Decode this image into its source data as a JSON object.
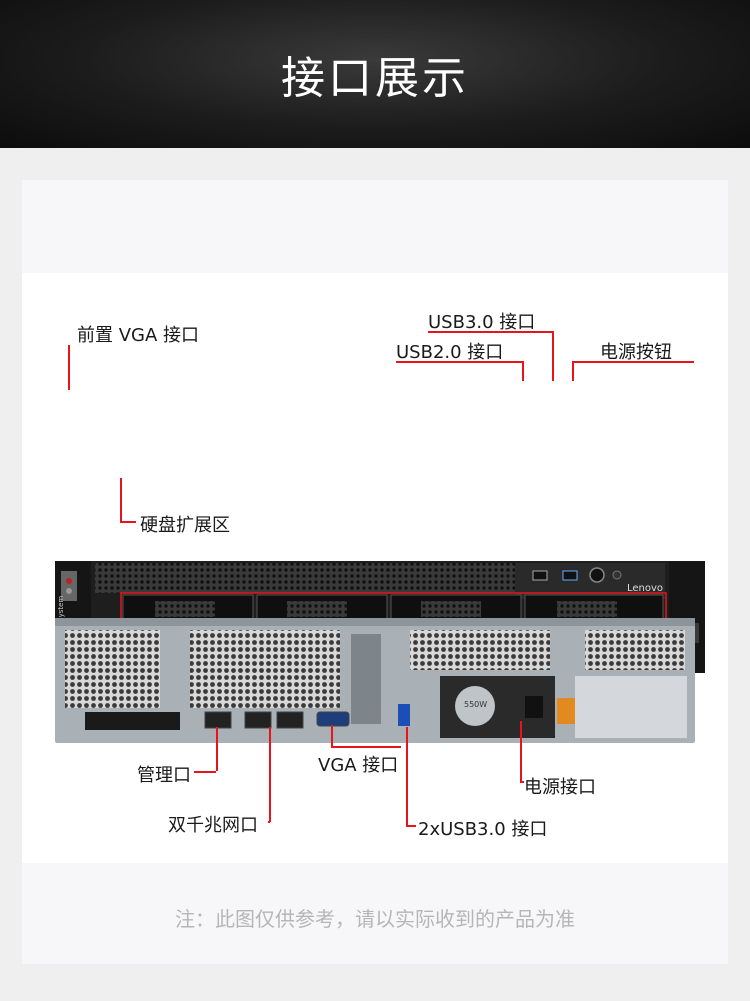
{
  "header": {
    "title": "接口展示"
  },
  "front": {
    "labels": {
      "vga": "前置 VGA 接口",
      "usb3": "USB3.0 接口",
      "usb2": "USB2.0 接口",
      "power_button": "电源按钮",
      "drives": "硬盘扩展区"
    },
    "brand_left": "ThinkSystem",
    "brand_right": "Lenovo"
  },
  "rear": {
    "labels": {
      "mgmt": "管理口",
      "gigabit": "双千兆网口",
      "vga": "VGA 接口",
      "usb": "2xUSB3.0 接口",
      "power": "电源接口"
    },
    "psu_rating": "550W"
  },
  "note": "注：此图仅供参考，请以实际收到的产品为准",
  "colors": {
    "accent": "#e8141b",
    "header_bg": "#1c1c1c"
  }
}
